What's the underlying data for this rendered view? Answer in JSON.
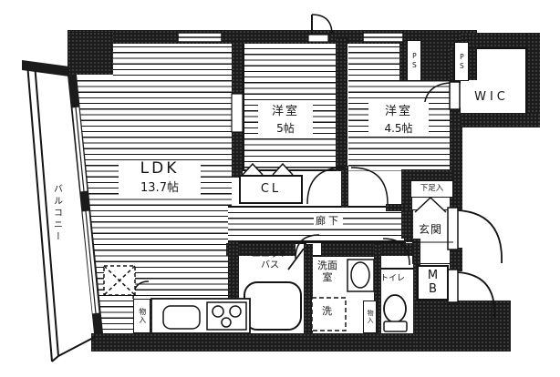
{
  "plan": {
    "kind": "apartment-floor-plan",
    "colors": {
      "line": "#141414",
      "wall": "#1b1b1b",
      "background": "#ffffff"
    },
    "rooms": {
      "ldk": {
        "name": "LDK",
        "size": "13.7帖"
      },
      "bedroom_center": {
        "name": "洋室",
        "size": "5帖"
      },
      "bedroom_right": {
        "name": "洋室",
        "size": "4.5帖"
      },
      "wic": {
        "label": "WIC"
      },
      "closet": {
        "label": "CL"
      },
      "corridor": {
        "label": "廊下"
      },
      "entrance": {
        "label": "玄関"
      },
      "shoe_cabinet": {
        "label": "下足入"
      },
      "toilet": {
        "label": "トイレ"
      },
      "meter_box": {
        "label": "MB"
      },
      "washroom": {
        "label": "洗面室"
      },
      "unit_bath": {
        "label": "ユニットバス"
      },
      "laundry_mark": {
        "label": "洗"
      },
      "kitchen_storage": {
        "label": "物入"
      },
      "hall_storage": {
        "label": "物入"
      },
      "pipe_space": {
        "label": "PS"
      },
      "balcony": {
        "label": "バルコニー"
      }
    }
  }
}
